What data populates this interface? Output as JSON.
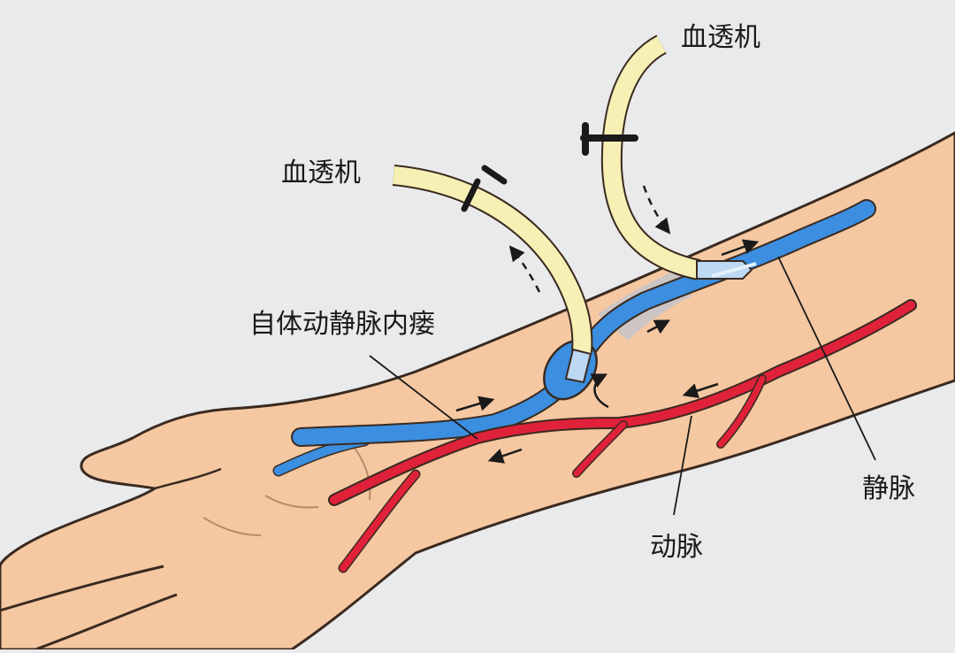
{
  "labels": {
    "dialyzer_left": "血透机",
    "dialyzer_right": "血透机",
    "fistula": "自体动静脉内瘘",
    "vein": "静脉",
    "artery": "动脉"
  },
  "colors": {
    "background": "#e9eaec",
    "skin": "#f5c8a1",
    "skin_outline": "#3a2a20",
    "vein": "#3b8ee0",
    "artery": "#e0213a",
    "tube": "#f6f0b4",
    "clamp": "#1a1a1a",
    "graft": "#c9c4c8"
  },
  "icons": [
    "clamp-icon",
    "needle-icon",
    "flow-arrow-icon"
  ]
}
